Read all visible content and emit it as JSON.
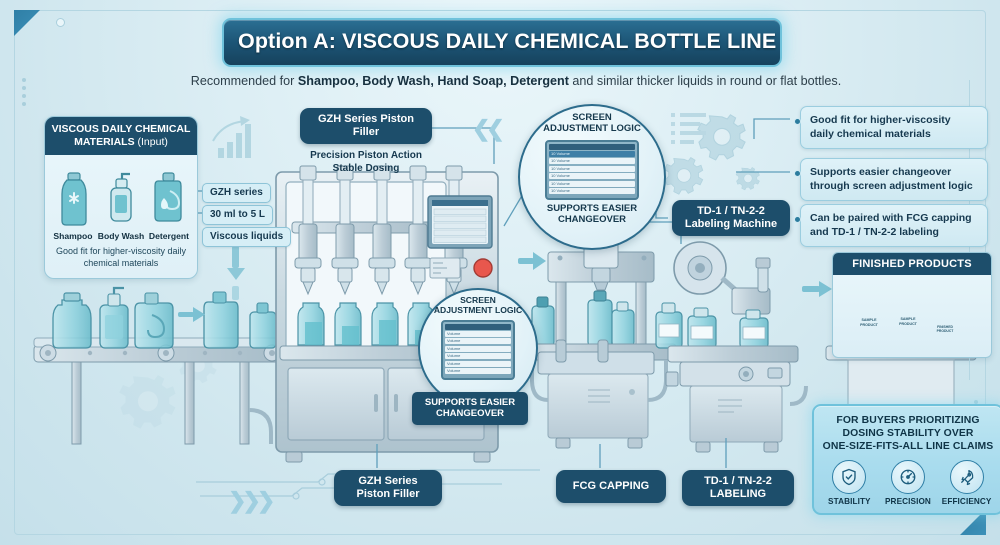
{
  "header": {
    "title": "Option A: VISCOUS DAILY CHEMICAL BOTTLE LINE",
    "subtitle_prefix": "Recommended for ",
    "subtitle_bold": "Shampoo, Body Wash, Hand Soap, Detergent",
    "subtitle_suffix": " and similar thicker liquids in round or flat bottles."
  },
  "input_panel": {
    "title_line1": "VISCOUS DAILY CHEMICAL",
    "title_line2_bold": "MATERIALS",
    "title_line2_light": "(Input)",
    "bottles": [
      {
        "label": "Shampoo"
      },
      {
        "label": "Body Wash"
      },
      {
        "label": "Detergent"
      }
    ],
    "note": "Good fit for higher-viscosity daily chemical materials"
  },
  "spec_chips": [
    {
      "label": "GZH series"
    },
    {
      "label": "30 ml to 5 L"
    },
    {
      "label": "Viscous liquids"
    }
  ],
  "filler_callout": {
    "pill": "GZH Series Piston Filler",
    "line1": "Precision Piston Action",
    "line2": "Stable Dosing"
  },
  "magnifier_top": {
    "title_line1": "SCREEN",
    "title_line2": "ADJUSTMENT LOGIC",
    "caption_line1": "SUPPORTS EASIER",
    "caption_line2": "CHANGEOVER",
    "hmi_rows": [
      "10 Volume",
      "10 Volume",
      "10 Volume",
      "10 Volume",
      "10 Volume",
      "10 Volume"
    ]
  },
  "magnifier_mid": {
    "title_line1": "SCREEN",
    "title_line2": "ADJUSTMENT LOGIC",
    "banner_line1": "SUPPORTS EASIER",
    "banner_line2": "CHANGEOVER",
    "hmi_rows": [
      "Volume",
      "Volume",
      "Volume",
      "Volume",
      "Volume",
      "Volume"
    ]
  },
  "labeling_callout": {
    "line1": "TD-1 / TN-2-2",
    "line2": "Labeling Machine"
  },
  "right_notes": [
    {
      "line1": "Good fit for higher-viscosity",
      "line2": "daily chemical materials"
    },
    {
      "line1": "Supports easier changeover",
      "line2": "through screen adjustment logic"
    },
    {
      "line1": "Can be paired with FCG capping",
      "line2": "and TD-1 / TN-2-2 labeling"
    }
  ],
  "finished_products": {
    "title": "FINISHED PRODUCTS",
    "bottle_labels": [
      "SAMPLE PRODUCT",
      "SAMPLE PRODUCT",
      "FINISHED PRODUCT"
    ]
  },
  "buyers_box": {
    "line1": "FOR BUYERS PRIORITIZING",
    "line2": "DOSING STABILITY OVER",
    "line3": "ONE-SIZE-FITS-ALL LINE CLAIMS",
    "badges": [
      {
        "label": "STABILITY",
        "icon": "shield-check-icon"
      },
      {
        "label": "PRECISION",
        "icon": "gauge-icon"
      },
      {
        "label": "EFFICIENCY",
        "icon": "rocket-icon"
      }
    ]
  },
  "bottom_labels": [
    {
      "line1": "GZH Series",
      "line2": "Piston Filler"
    },
    {
      "line1": "FCG CAPPING",
      "line2": ""
    },
    {
      "line1": "TD-1 / TN-2-2",
      "line2": "LABELING"
    }
  ],
  "colors": {
    "accent_dark": "#1d4e6b",
    "accent_glow": "#6fc2db",
    "bottle_teal": "#5bb8c4",
    "background": "#d6e9ef"
  }
}
